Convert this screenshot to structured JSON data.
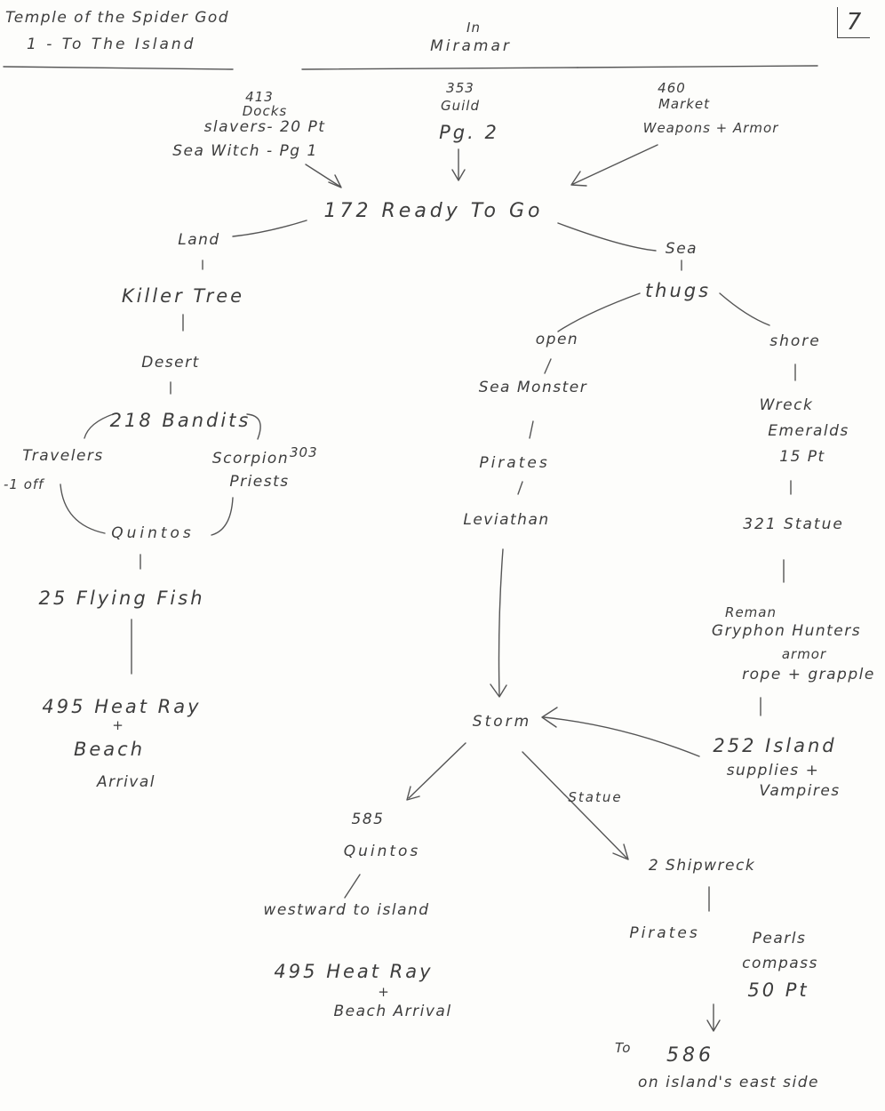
{
  "header": {
    "title_line1": "Temple of the Spider God",
    "title_line2": "1 - To The Island",
    "location_line1": "In",
    "location_line2": "Miramar",
    "page_number": "7"
  },
  "nodes": {
    "docks": [
      "413",
      "Docks",
      "slavers- 20 Pt",
      "Sea Witch - Pg 1"
    ],
    "guild": [
      "353",
      "Guild",
      "Pg. 2"
    ],
    "market": [
      "460",
      "Market",
      "Weapons + Armor"
    ],
    "ready": "172  Ready  To Go",
    "land": "Land",
    "killer_tree": "Killer Tree",
    "desert": "Desert",
    "bandits": "218  Bandits",
    "travelers": "Travelers",
    "travelers_note": "-1 off",
    "scorpion": [
      "Scorpion",
      "Priests"
    ],
    "scorpion_num": "303",
    "quintos": "Quintos",
    "flying_fish": "25  Flying  Fish",
    "heat_ray_left": [
      "495  Heat Ray",
      "+",
      "Beach",
      "Arrival"
    ],
    "sea": "Sea",
    "thugs": "thugs",
    "open": "open",
    "sea_monster": "Sea Monster",
    "pirates_mid": "Pirates",
    "leviathan": "Leviathan",
    "shore": "shore",
    "wreck": [
      "Wreck",
      "Emeralds",
      "15 Pt"
    ],
    "statue_321": "321  Statue",
    "reman": [
      "Reman",
      "Gryphon Hunters",
      "armor",
      "rope + grapple"
    ],
    "island_252": [
      "252   Island",
      "supplies +",
      "Vampires"
    ],
    "storm": "Storm",
    "quintos_585": [
      "585",
      "Quintos"
    ],
    "westward": "westward  to  island",
    "heat_ray_bottom": [
      "495   Heat Ray",
      "+",
      "Beach Arrival"
    ],
    "statue_label": "Statue",
    "shipwreck": "2   Shipwreck",
    "pirates_bottom": "Pirates",
    "pearls": [
      "Pearls",
      "compass",
      "50 Pt"
    ],
    "to_586": [
      "To",
      "586",
      "on island's east side"
    ]
  }
}
